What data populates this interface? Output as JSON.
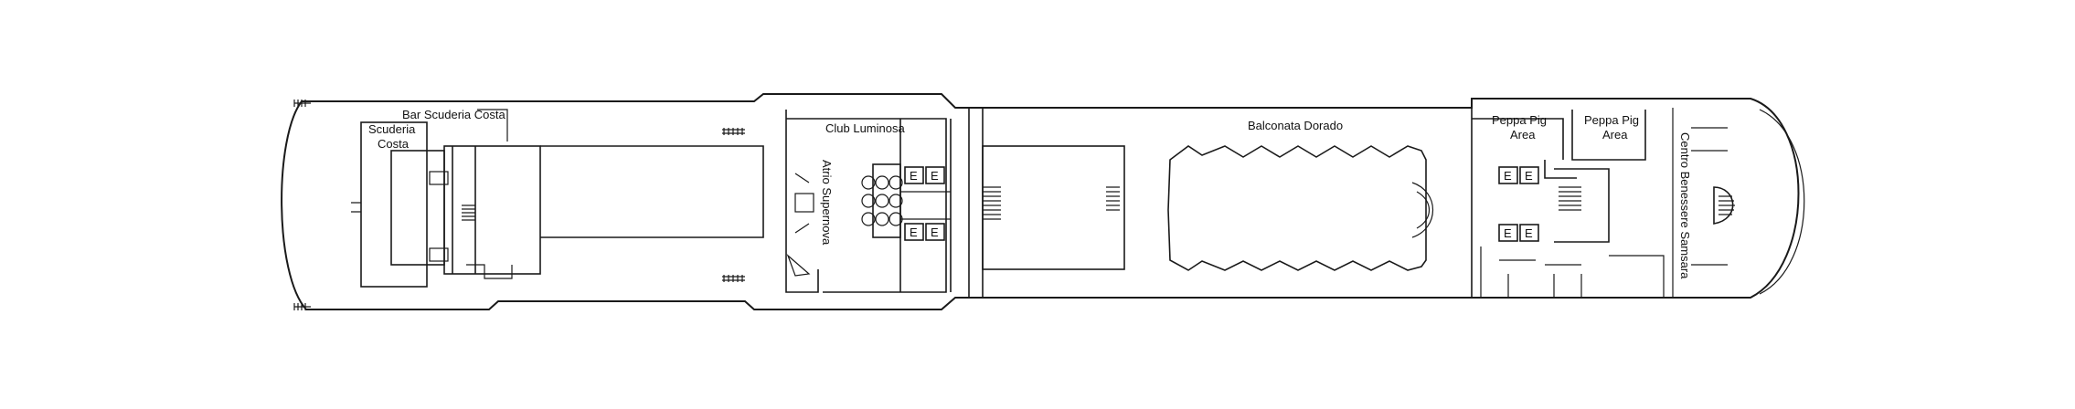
{
  "deck_plan": {
    "labels": {
      "bar_scuderia_costa": "Bar Scuderia Costa",
      "scuderia_line1": "Scuderia",
      "scuderia_line2": "Costa",
      "club_luminosa": "Club Luminosa",
      "atrio_supernova": "Atrio Supernova",
      "balconata_dorado": "Balconata Dorado",
      "peppa_pig_1_line1": "Peppa Pig",
      "peppa_pig_1_line2": "Area",
      "peppa_pig_2_line1": "Peppa Pig",
      "peppa_pig_2_line2": "Area",
      "centro_benessere": "Centro Benessere Samsara"
    },
    "elevator_glyph": "E",
    "colors": {
      "ink": "#1a1a1a",
      "background": "#ffffff"
    }
  }
}
